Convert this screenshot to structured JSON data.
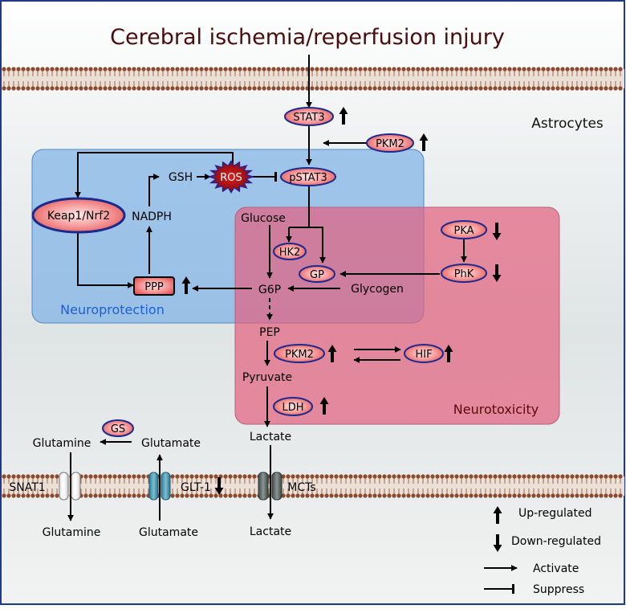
{
  "title": "Cerebral ischemia/reperfusion injury",
  "cell_label": "Astrocytes",
  "regions": {
    "neuroprotection": "Neuroprotection",
    "neurotoxicity": "Neurotoxicity"
  },
  "nodes": {
    "stat3": "STAT3",
    "pkm2_top": "PKM2",
    "pstat3": "pSTAT3",
    "ros": "ROS",
    "gsh": "GSH",
    "nadph": "NADPH",
    "keap1": "Keap1/Nrf2",
    "ppp": "PPP",
    "glucose": "Glucose",
    "hk2": "HK2",
    "gp": "GP",
    "pka": "PKA",
    "phk": "PhK",
    "g6p": "G6P",
    "glycogen": "Glycogen",
    "pep": "PEP",
    "pkm2_mid": "PKM2",
    "hif": "HIF",
    "pyruvate": "Pyruvate",
    "ldh": "LDH",
    "lactate_in": "Lactate",
    "gs": "GS",
    "glutamine_in": "Glutamine",
    "glutamate_in": "Glutamate",
    "snat1": "SNAT1",
    "glt1": "GLT-1",
    "mcts": "MCTs",
    "glutamine_out": "Glutamine",
    "glutamate_out": "Glutamate",
    "lactate_out": "Lactate"
  },
  "legend": {
    "up": "Up-regulated",
    "down": "Down-regulated",
    "activate": "Activate",
    "suppress": "Suppress"
  },
  "colors": {
    "title": "#4a0c0c",
    "neuroprotection_fill": "#6fa9e6",
    "neuroprotection_text": "#1a5fd6",
    "neurotoxicity_fill": "#e2607e",
    "neurotoxicity_text": "#5a0a0a",
    "membrane_head": "#8b4a2e",
    "oval_fill": "#f07878",
    "oval_stroke": "#1b2a8f",
    "ros_fill": "#b01010"
  }
}
